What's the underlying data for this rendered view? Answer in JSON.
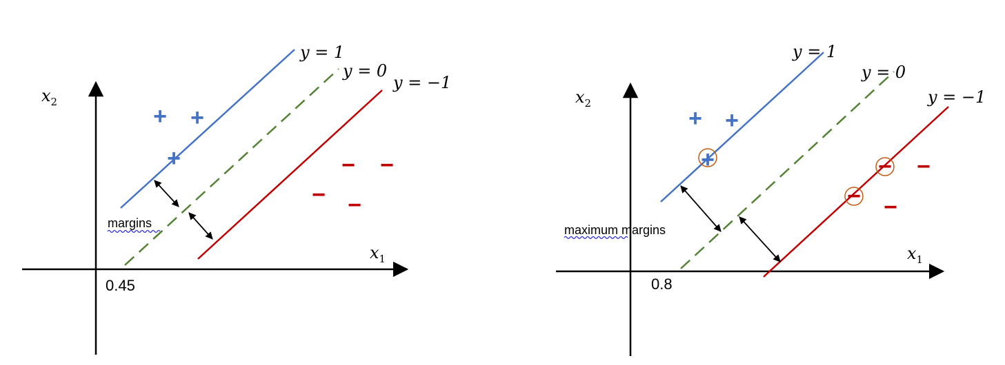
{
  "colors": {
    "positive_line": "#4472C4",
    "zero_line": "#548235",
    "negative_line": "#C00000",
    "support_circle": "#C55A11",
    "axis": "#000000"
  },
  "left_panel": {
    "x_axis_label": "x",
    "x_axis_sub": "1",
    "y_axis_label": "x",
    "y_axis_sub": "2",
    "line_pos_label": "y = 1",
    "line_zero_label": "y = 0",
    "line_neg_label": "y = −1",
    "margin_label": "margins",
    "intercept_label": "0.45",
    "positive_symbol": "+",
    "negative_symbol": "−"
  },
  "right_panel": {
    "x_axis_label": "x",
    "x_axis_sub": "1",
    "y_axis_label": "x",
    "y_axis_sub": "2",
    "line_pos_label": "y = 1",
    "line_zero_label": "y = 0",
    "line_neg_label": "y = −1",
    "margin_label_word1": "maximum",
    "margin_label_word2": "margins",
    "intercept_label": "0.8",
    "positive_symbol": "+",
    "negative_symbol": "−"
  }
}
